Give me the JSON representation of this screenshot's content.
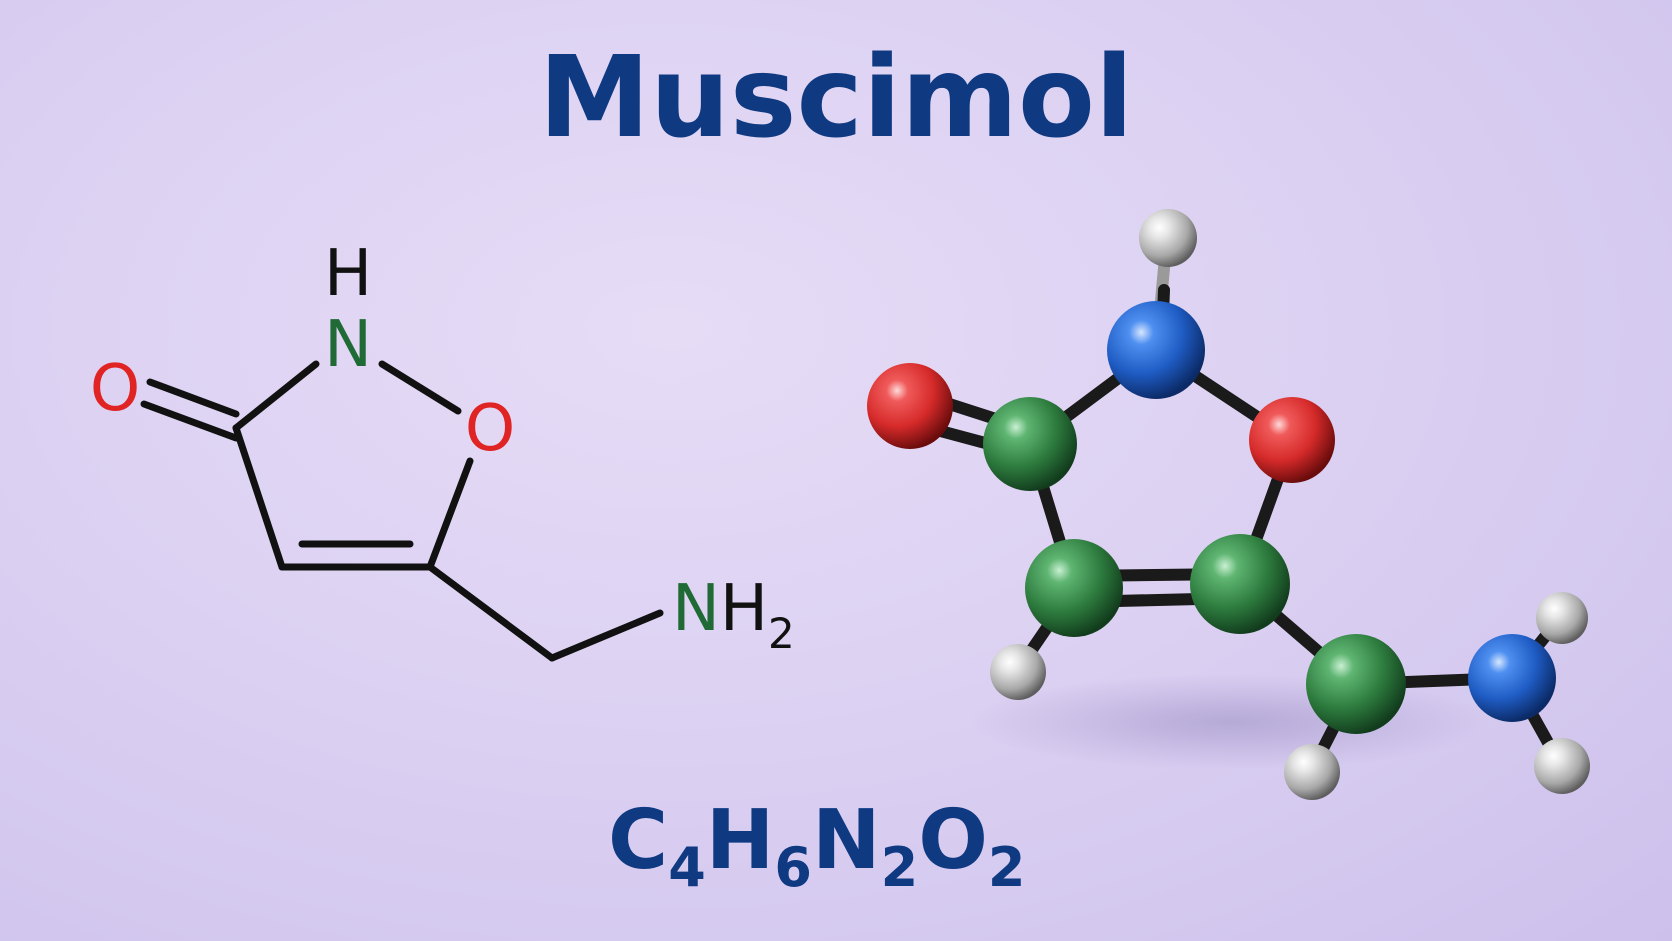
{
  "title": "Muscimol",
  "formula": {
    "parts": [
      {
        "symbol": "C",
        "count": "4"
      },
      {
        "symbol": "H",
        "count": "6"
      },
      {
        "symbol": "N",
        "count": "2"
      },
      {
        "symbol": "O",
        "count": "2"
      }
    ]
  },
  "structure": {
    "labels": {
      "h": "H",
      "n_ring": "N",
      "o_carbonyl": "O",
      "o_ring": "O",
      "nh2_n": "N",
      "nh2_h": "H",
      "nh2_sub": "2"
    }
  },
  "colors": {
    "title": "#0f3a82",
    "bond": "#111111",
    "oxygen": "#e02424",
    "nitrogen": "#1f6a35",
    "hydrogen_label": "#111111",
    "ball_carbon": "#2e7d3f",
    "ball_nitrogen": "#1f5cc4",
    "ball_oxygen": "#d62a2a",
    "ball_hydrogen": "#c8c8c8",
    "stick": "#1a1a1a"
  }
}
